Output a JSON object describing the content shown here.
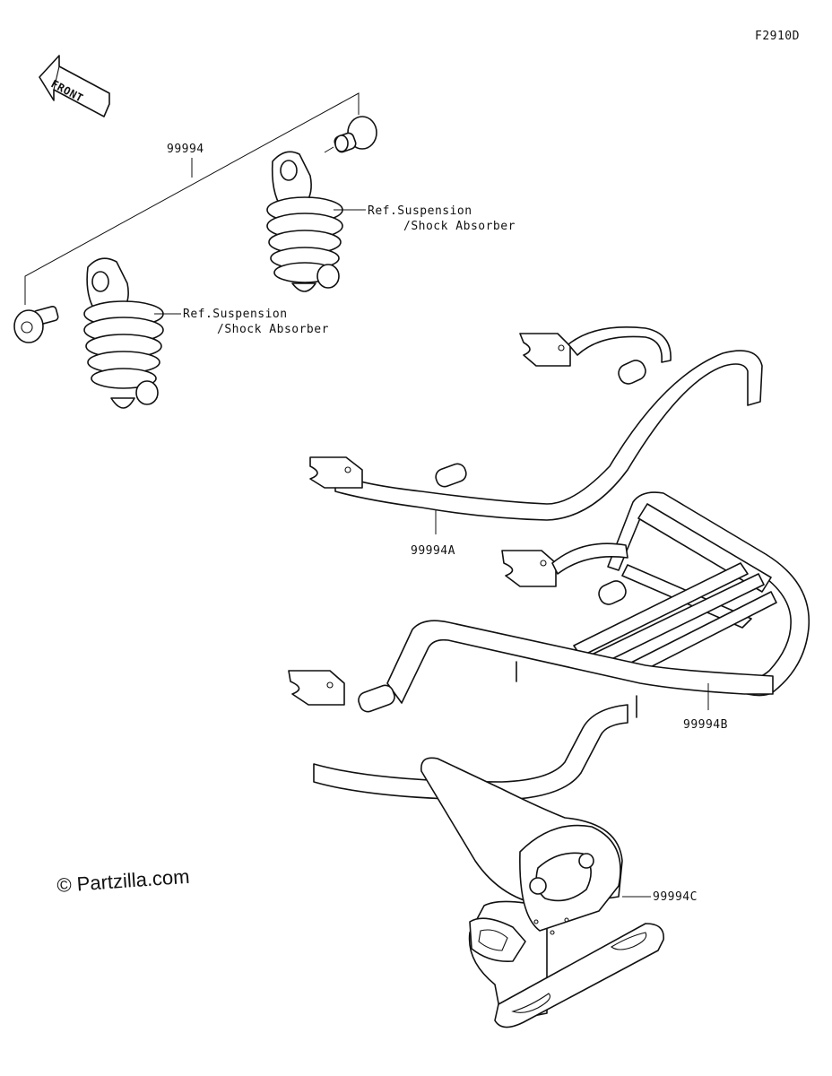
{
  "figure_code": "F2910D",
  "front_arrow_label": "FRONT",
  "callouts": {
    "kit": "99994",
    "bar": "99994A",
    "rack": "99994B",
    "bracket": "99994C"
  },
  "ref_labels": {
    "upper_line1": "Ref.Suspension",
    "upper_line2": "/Shock Absorber",
    "lower_line1": "Ref.Suspension",
    "lower_line2": "/Shock Absorber"
  },
  "watermark": "© Partzilla.com"
}
